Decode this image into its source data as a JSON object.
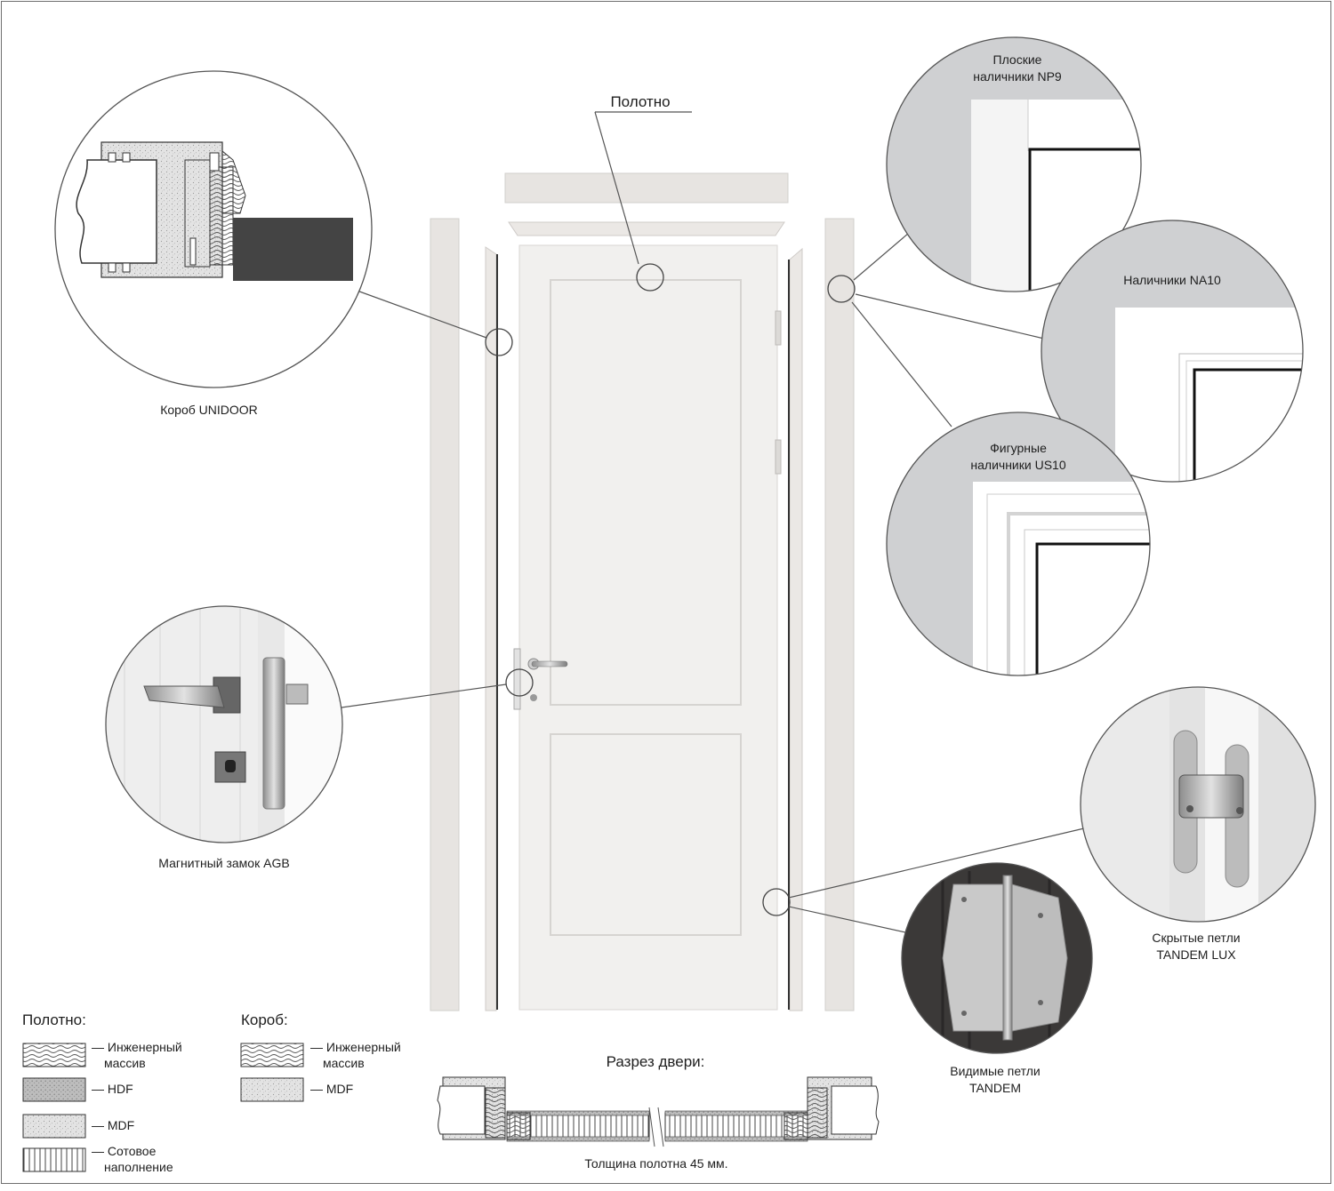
{
  "labels": {
    "canvas": "Полотно",
    "box": "Короб UNIDOOR",
    "lock": "Магнитный замок AGB",
    "np9_line1": "Плоские",
    "np9_line2": "наличники NP9",
    "na10": "Наличники NA10",
    "us10_line1": "Фигурные",
    "us10_line2": "наличники US10",
    "hidden_hinges_line1": "Скрытые петли",
    "hidden_hinges_line2": "TANDEM LUX",
    "visible_hinges_line1": "Видимые петли",
    "visible_hinges_line2": "TANDEM",
    "section_title": "Разрез двери:",
    "thickness": "Толщина полотна 45 мм."
  },
  "legend_canvas": {
    "title": "Полотно:",
    "items": [
      {
        "line1": "— Инженерный",
        "line2": "массив",
        "pattern": "wood"
      },
      {
        "line1": "— HDF",
        "line2": "",
        "pattern": "hdf"
      },
      {
        "line1": "— MDF",
        "line2": "",
        "pattern": "mdf"
      },
      {
        "line1": "— Сотовое",
        "line2": "наполнение",
        "pattern": "honeycomb"
      }
    ]
  },
  "legend_box": {
    "title": "Короб:",
    "items": [
      {
        "line1": "— Инженерный",
        "line2": "массив",
        "pattern": "wood"
      },
      {
        "line1": "— MDF",
        "line2": "",
        "pattern": "mdf"
      }
    ]
  },
  "colors": {
    "door_white": "#f1f0ee",
    "jamb": "#e7e4e1",
    "leader": "#555555",
    "gray_bg": "#cfd0d2",
    "dark_wall": "#444444"
  }
}
